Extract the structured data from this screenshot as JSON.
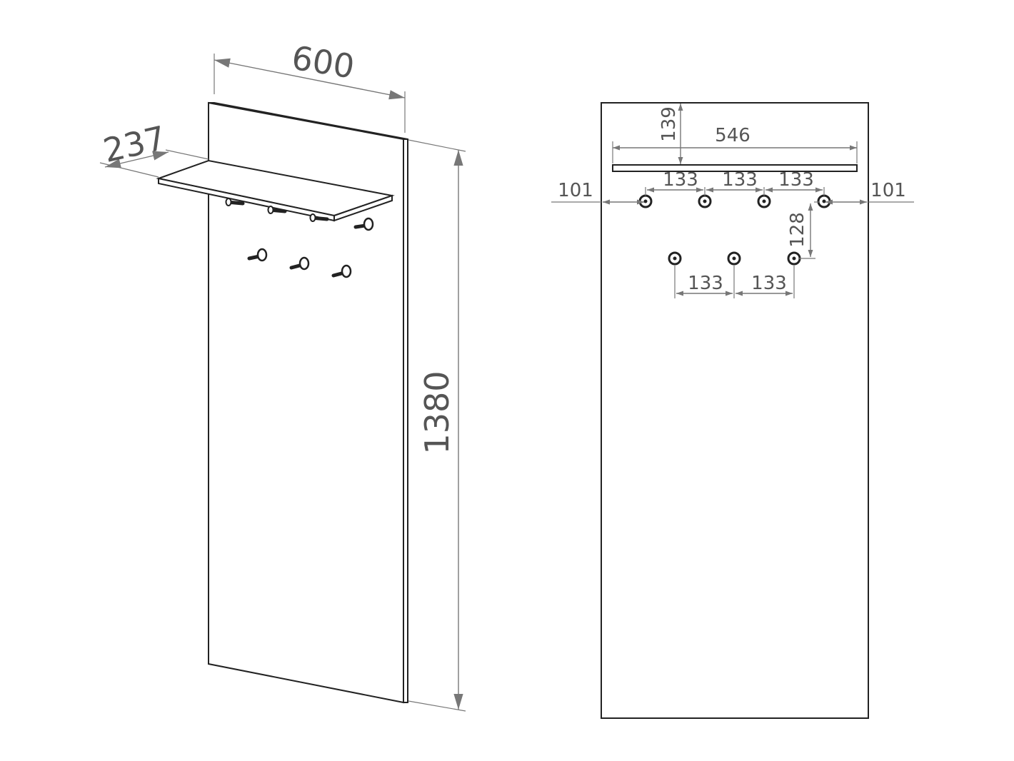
{
  "perspective_view": {
    "width_label": "600",
    "depth_label": "237",
    "height_label": "1380"
  },
  "front_view": {
    "shelf_offset_label": "139",
    "shelf_width_label": "546",
    "left_margin_label": "101",
    "right_margin_label": "101",
    "top_hook_spacing_labels": [
      "133",
      "133",
      "133"
    ],
    "row_spacing_label": "128",
    "bottom_hook_spacing_labels": [
      "133",
      "133"
    ]
  }
}
